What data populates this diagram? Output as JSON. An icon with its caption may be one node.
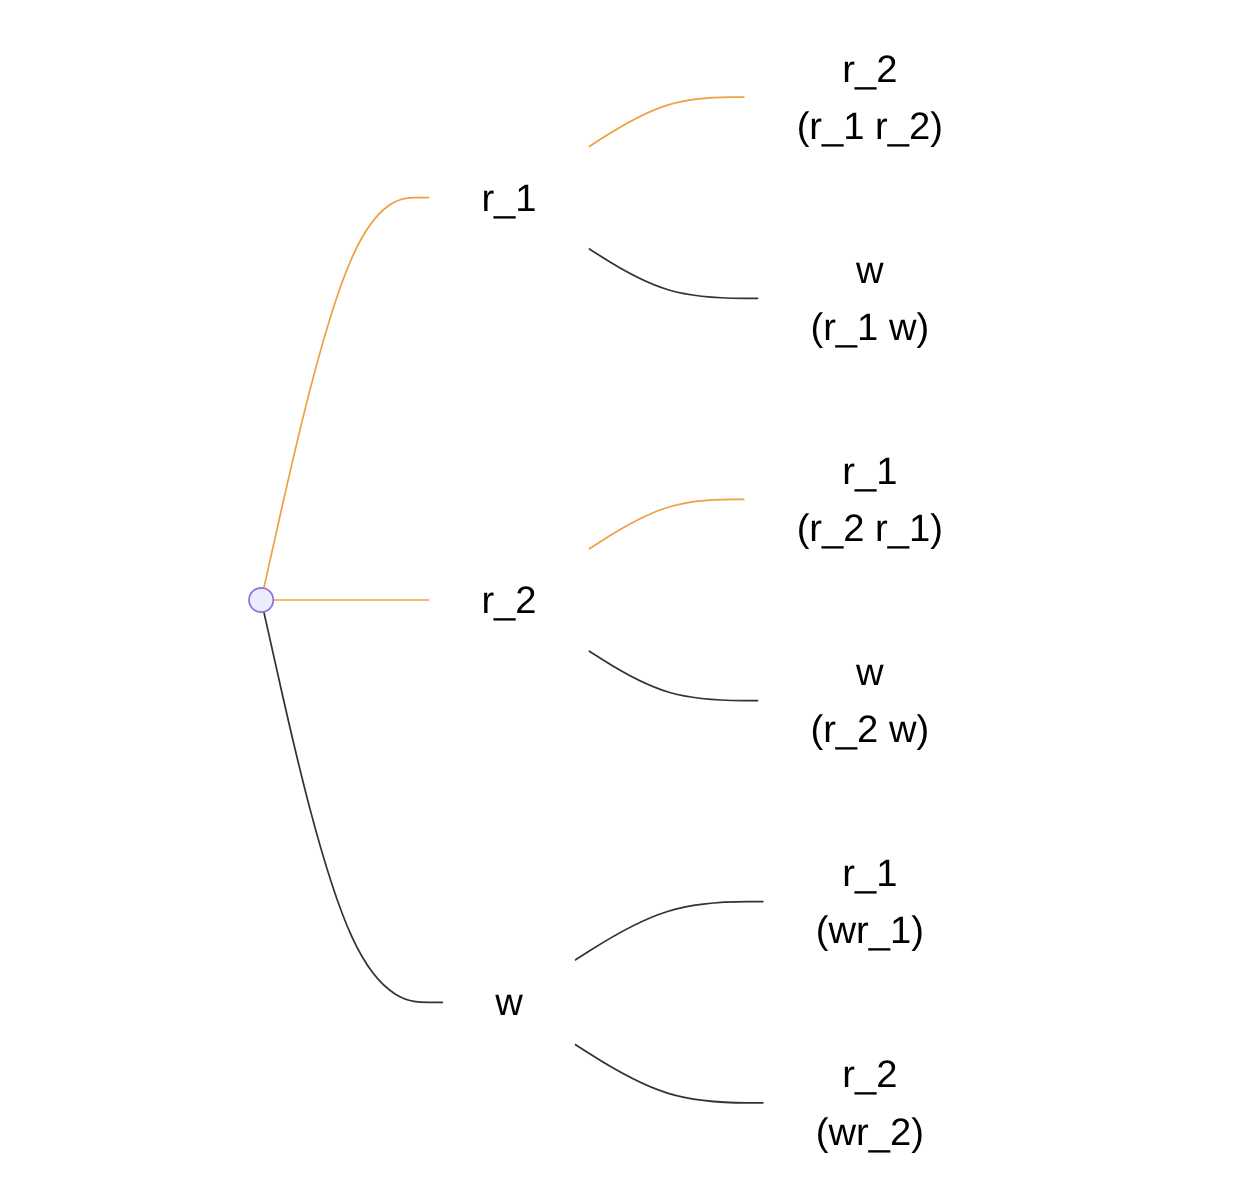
{
  "diagram": {
    "nodes": [
      {
        "text": [],
        "shape": "point"
      },
      {
        "text": [
          "r_1"
        ]
      },
      {
        "text": [
          "r_2"
        ]
      },
      {
        "text": [
          "w"
        ]
      },
      {
        "text": [
          "r_2",
          "(r_1 r_2)"
        ]
      },
      {
        "text": [
          "w",
          "(r_1 w)"
        ]
      },
      {
        "text": [
          "r_1",
          "(r_2 r_1)"
        ]
      },
      {
        "text": [
          "w",
          "(r_2 w)"
        ]
      },
      {
        "text": [
          "r_1",
          "(wr_1)"
        ]
      },
      {
        "text": [
          "r_2",
          "(wr_2)"
        ]
      }
    ],
    "edges": [
      {
        "from": 0,
        "to": 1,
        "arrow": "none",
        "color": "#f0a040"
      },
      {
        "from": 0,
        "to": 2,
        "arrow": "none",
        "color": "#f0a040"
      },
      {
        "from": 0,
        "to": 3,
        "arrow": "none"
      },
      {
        "from": 1,
        "to": 4,
        "arrow": "none",
        "color": "#f0a040"
      },
      {
        "from": 1,
        "to": 5,
        "arrow": "none"
      },
      {
        "from": 2,
        "to": 6,
        "arrow": "none",
        "color": "#f0a040"
      },
      {
        "from": 2,
        "to": 7,
        "arrow": "none"
      },
      {
        "from": 3,
        "to": 8,
        "arrow": "none"
      },
      {
        "from": 3,
        "to": 9,
        "arrow": "none"
      }
    ]
  }
}
